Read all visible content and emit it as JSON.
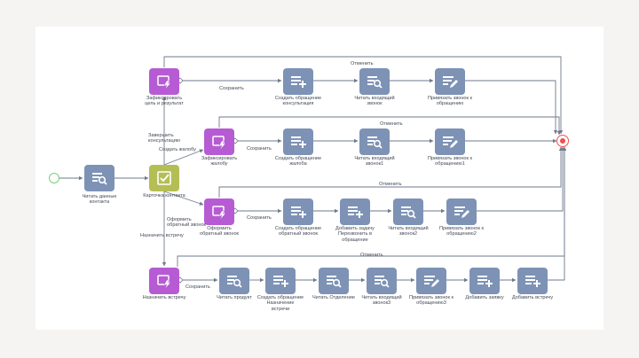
{
  "nodes": {
    "read_contact": {
      "label": "Читать данные\nконтакта",
      "icon": "read-icon"
    },
    "contact_card": {
      "label": "Карточка контакта",
      "icon": "check-page-icon"
    },
    "fix_goal": {
      "label": "Зафиксировать\nцель и результат",
      "icon": "lightning-form-icon"
    },
    "create_consult": {
      "label": "Создать обращение\nконсультация",
      "icon": "add-record-icon"
    },
    "read_incoming": {
      "label": "Читать входящий\nзвонок",
      "icon": "read-icon"
    },
    "bind_call": {
      "label": "Привязать звонок к\nобращению",
      "icon": "edit-record-icon"
    },
    "fix_complaint": {
      "label": "Зафиксировать\nжалобу",
      "icon": "lightning-form-icon"
    },
    "create_complaint": {
      "label": "Создать обращение\nжалоба",
      "icon": "add-record-icon"
    },
    "read_incoming1": {
      "label": "Читать входящий\nзвонок1",
      "icon": "read-icon"
    },
    "bind_call1": {
      "label": "Привязать звонок к\nобращению1",
      "icon": "edit-record-icon"
    },
    "callback_form": {
      "label": "Оформить\nобратный звонок",
      "icon": "lightning-form-icon"
    },
    "create_callback": {
      "label": "Создать обращение\nобратный звонок",
      "icon": "add-record-icon"
    },
    "add_task": {
      "label": "Добавить задачу\nПерезвонить в\nобращение",
      "icon": "add-record-icon"
    },
    "read_incoming2": {
      "label": "Читать входящий\nзвонок2",
      "icon": "read-icon"
    },
    "bind_call2": {
      "label": "Привязать звонок к\nобращению2",
      "icon": "edit-record-icon"
    },
    "schedule_meeting": {
      "label": "Назначить встречу",
      "icon": "lightning-form-icon"
    },
    "read_product": {
      "label": "Читать продукт",
      "icon": "read-icon"
    },
    "create_meeting": {
      "label": "Создать обращение\nНазначение\nвстречи",
      "icon": "add-record-icon"
    },
    "read_branch": {
      "label": "Читать Отделение",
      "icon": "read-icon"
    },
    "read_incoming3": {
      "label": "Читать входящий\nзвонок3",
      "icon": "read-icon"
    },
    "bind_call3": {
      "label": "Привязать звонок к\nобращению3",
      "icon": "edit-record-icon"
    },
    "add_request": {
      "label": "Добавить заявку",
      "icon": "add-record-icon"
    },
    "add_meeting": {
      "label": "Добавить встречу",
      "icon": "add-record-icon"
    }
  },
  "edges": {
    "finish_consult": "Завершить\nконсультацию",
    "create_complaint": "Создать жалобу",
    "callback": "Оформить\nобратный звонок",
    "meeting": "Назначить встречу",
    "save1": "Сохранить",
    "save2": "Сохранить",
    "save3": "Сохранить",
    "save4": "Сохранить",
    "cancel1": "Отменить",
    "cancel2": "Отменить",
    "cancel3": "Отменить",
    "cancel4": "Отменить"
  },
  "colors": {
    "task_blue": "#7d92b5",
    "user_task_purple": "#b65bd4",
    "gateway_olive": "#b5be55",
    "start_event_green": "#79d279",
    "end_event_red": "#ef4f4f",
    "flow_line": "#6e7a8c"
  }
}
